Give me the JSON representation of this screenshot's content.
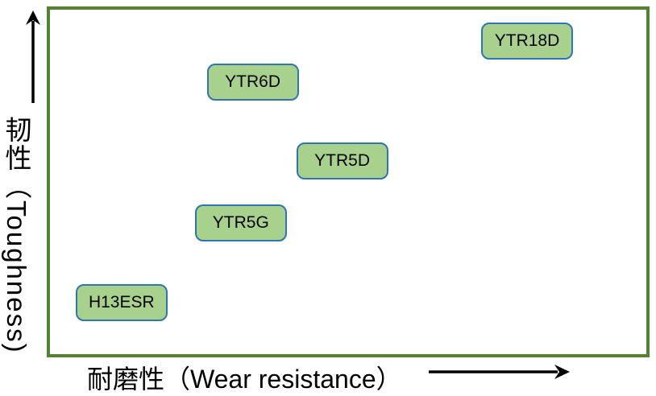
{
  "page": {
    "background": "#FFFFFF"
  },
  "colors": {
    "plot_border": "#548235",
    "node_fill": "#A9D18E",
    "node_border": "#2E75B6",
    "axis_arrow": "#000000",
    "label_text": "#000000"
  },
  "chart_data": {
    "type": "scatter",
    "title": "",
    "xlabel": "耐磨性（Wear resistance）",
    "ylabel": "韧性（Toughness)",
    "axes_qualitative": true,
    "grid": false,
    "legend": null,
    "xlim": [
      0,
      100
    ],
    "ylim": [
      0,
      100
    ],
    "x_arrow_direction": "right",
    "y_arrow_direction": "up",
    "points": [
      {
        "label": "YTR18D",
        "wear_resistance": 80,
        "toughness": 91
      },
      {
        "label": "YTR6D",
        "wear_resistance": 34,
        "toughness": 79
      },
      {
        "label": "YTR5D",
        "wear_resistance": 49,
        "toughness": 56
      },
      {
        "label": "YTR5G",
        "wear_resistance": 32,
        "toughness": 38
      },
      {
        "label": "H13ESR",
        "wear_resistance": 12,
        "toughness": 15
      }
    ]
  }
}
